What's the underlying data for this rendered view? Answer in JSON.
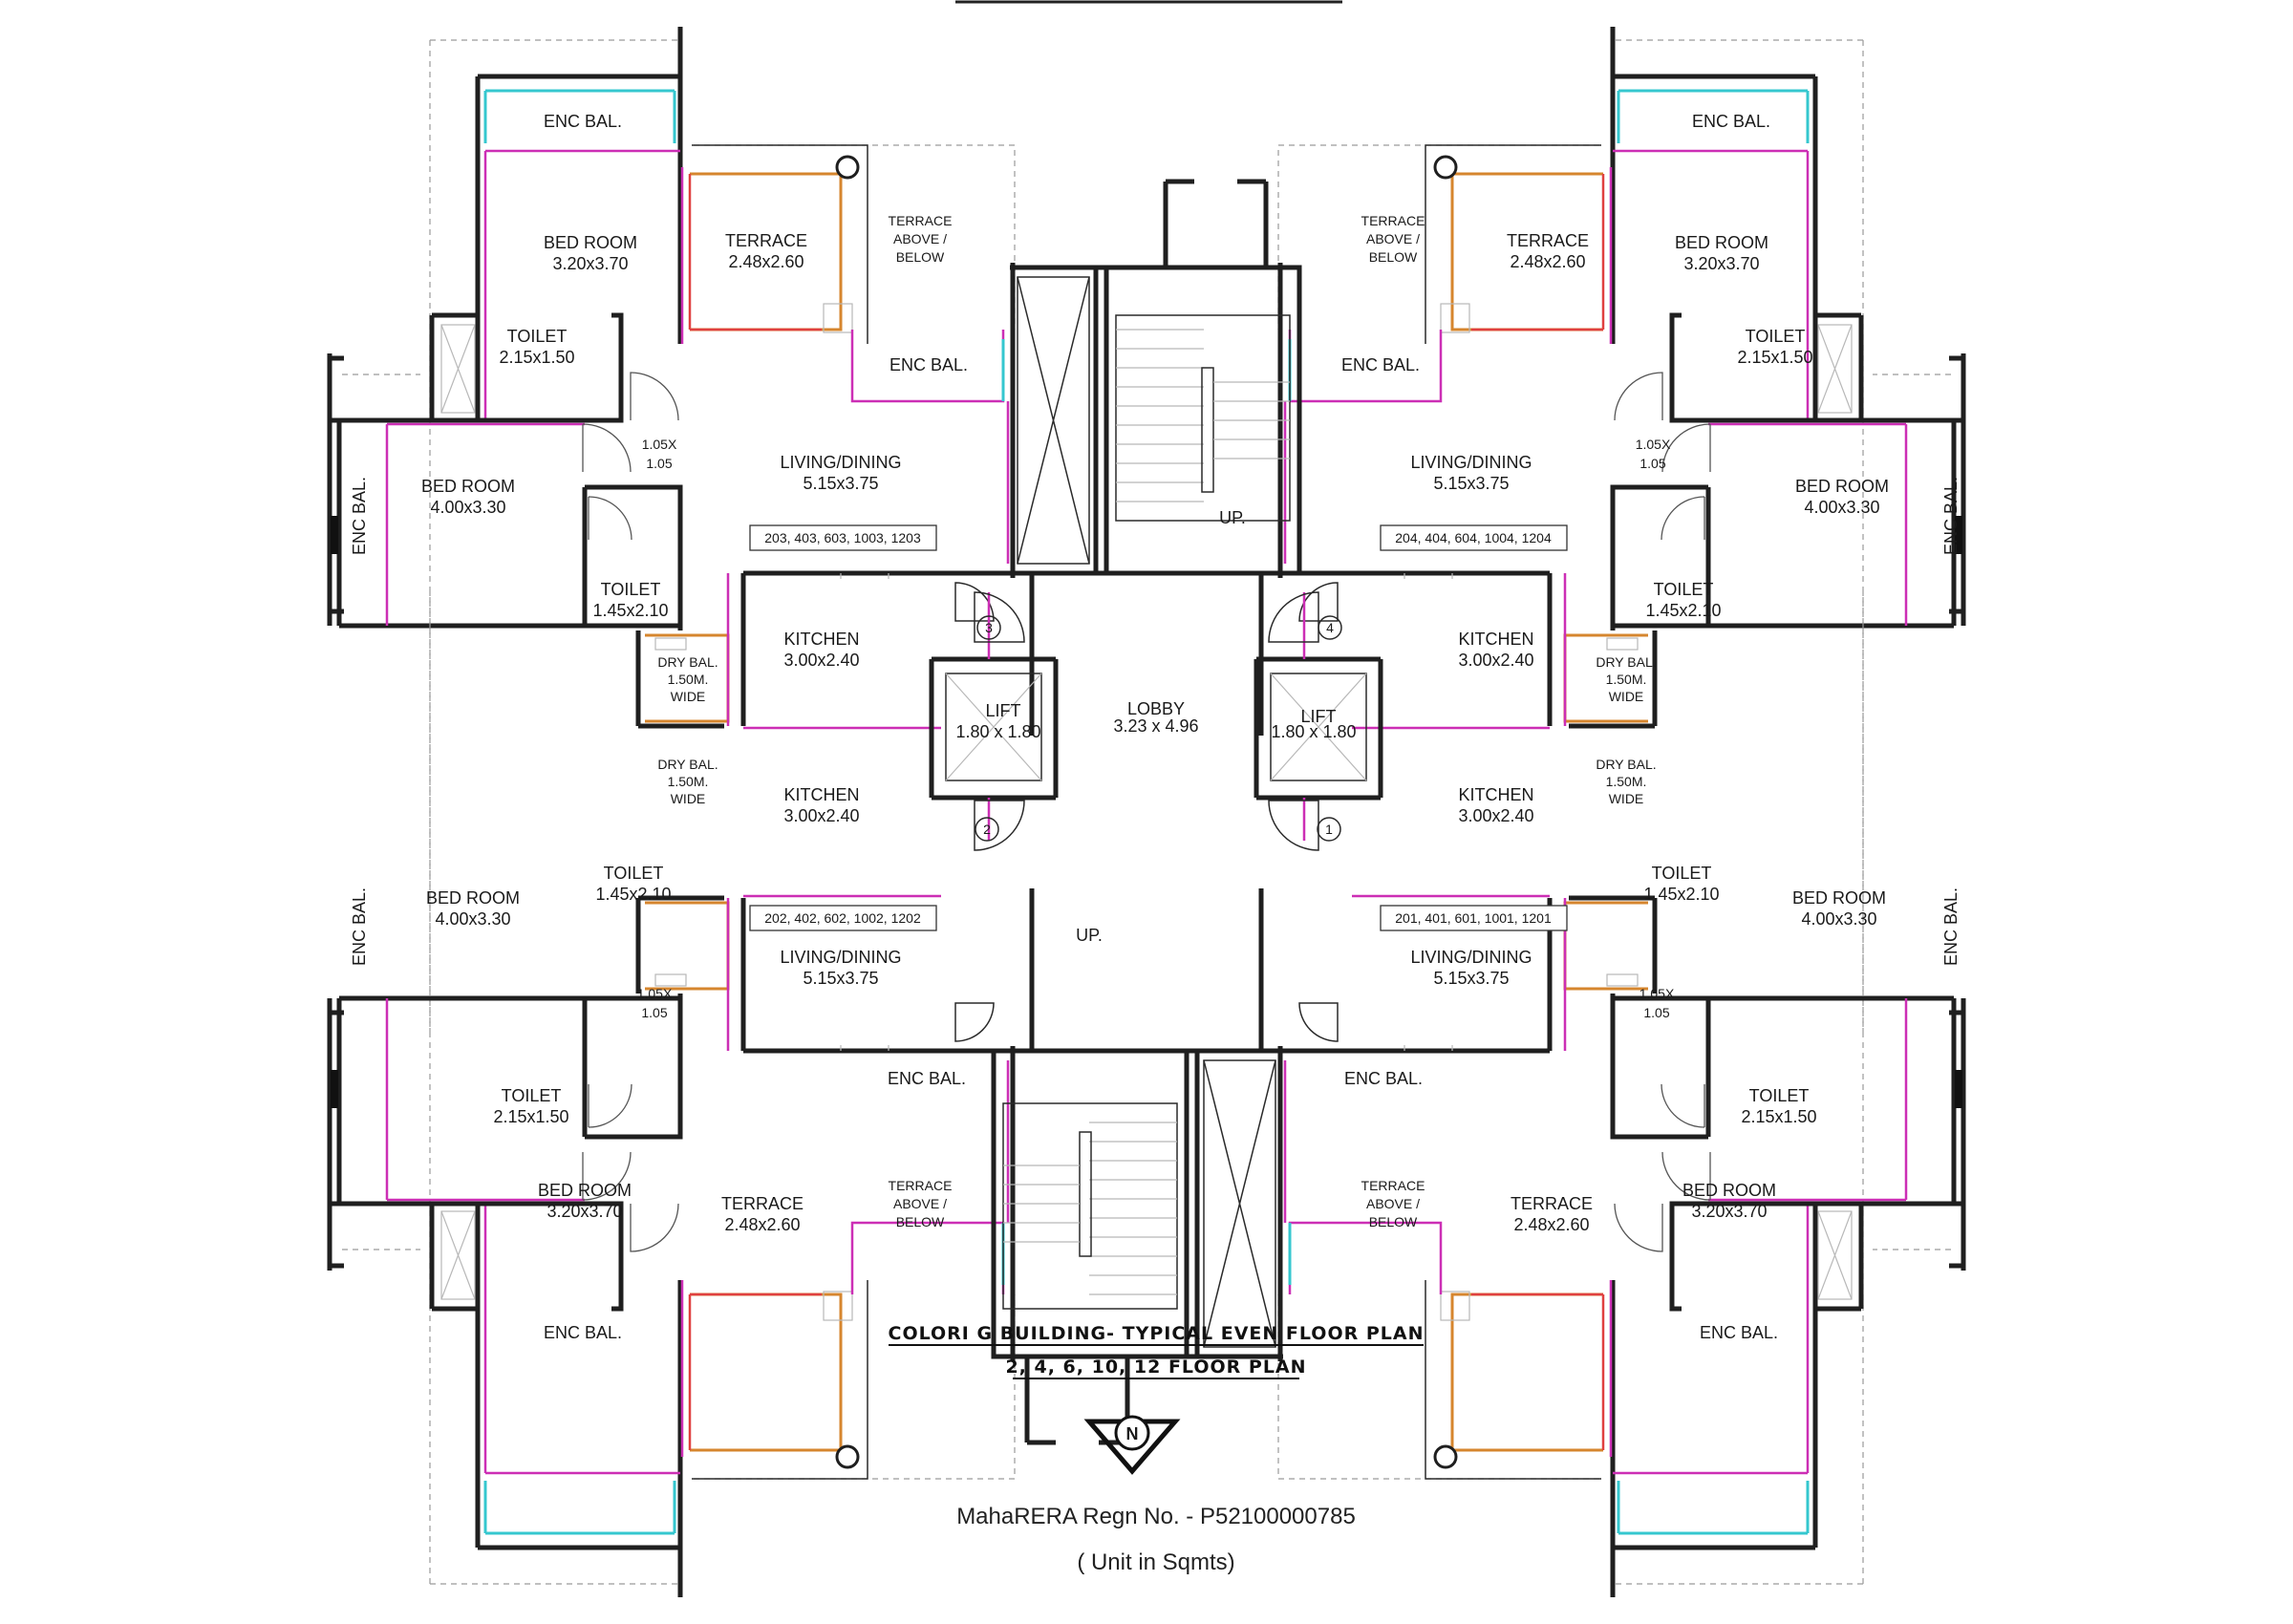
{
  "labels": {
    "enc_bal": "ENC BAL.",
    "bed_room": "BED ROOM",
    "terrace": "TERRACE",
    "terrace_above_l1": "TERRACE",
    "terrace_above_l2": "ABOVE /",
    "terrace_above_l3": "BELOW",
    "toilet": "TOILET",
    "living_dining": "LIVING/DINING",
    "kitchen": "KITCHEN",
    "dry_bal_l1": "DRY BAL.",
    "dry_bal_l2": "1.50M.",
    "dry_bal_l3": "WIDE",
    "lift": "LIFT",
    "lobby": "LOBBY",
    "up": "UP."
  },
  "dimensions": {
    "bed_large": "3.20x3.70",
    "bed_side": "4.00x3.30",
    "terrace": "2.48x2.60",
    "toilet_big": "2.15x1.50",
    "toilet_small": "1.45x2.10",
    "living": "5.15x3.75",
    "kitchen": "3.00x2.40",
    "lift": "1.80 x 1.80",
    "lobby": "3.23 x 4.96",
    "passage_l1": "1.05X",
    "passage_l2": "1.05"
  },
  "units": {
    "u203": "203, 403, 603, 1003, 1203",
    "u204": "204, 404, 604, 1004, 1204",
    "u202": "202, 402, 602, 1002, 1202",
    "u201": "201, 401, 601, 1001, 1201"
  },
  "markers": {
    "m1": "1",
    "m2": "2",
    "m3": "3",
    "m4": "4"
  },
  "title": {
    "line1": "COLORI G BUILDING- TYPICAL EVEN FLOOR PLAN",
    "line2": "2, 4, 6, 10, 12 FLOOR PLAN"
  },
  "north": "N",
  "footer": {
    "rera": "MahaRERA Regn No. - P52100000785",
    "units_note": "( Unit in Sqmts)"
  }
}
